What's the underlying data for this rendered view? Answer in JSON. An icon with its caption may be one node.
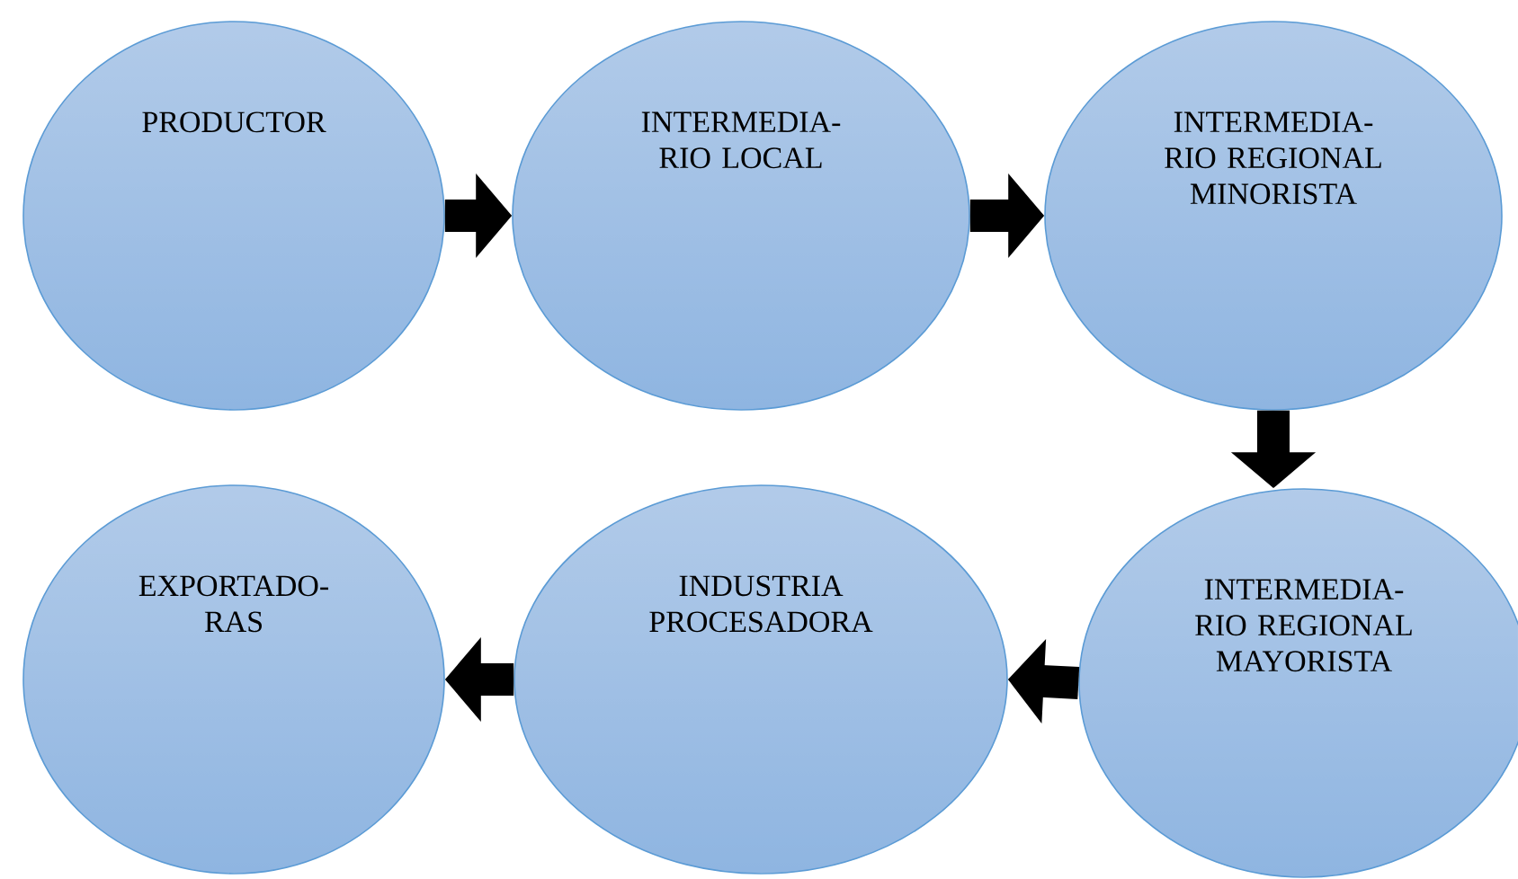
{
  "diagram": {
    "nodes": [
      {
        "text": [
          "PRODUCTOR"
        ]
      },
      {
        "text": [
          "INTERMEDIA- RIO LOCAL"
        ]
      },
      {
        "text": [
          "INTERMEDIA- RIO REGIONAL MINORISTA"
        ]
      },
      {
        "text": [
          "INTERMEDIA- RIO REGIONAL MAYORISTA"
        ]
      },
      {
        "text": [
          "INDUSTRIA PROCESADORA"
        ]
      },
      {
        "text": [
          "EXPORTADO- RAS"
        ]
      }
    ],
    "edges": [
      {
        "from": 0,
        "to": 1,
        "arrow": "to"
      },
      {
        "from": 1,
        "to": 2,
        "arrow": "to"
      },
      {
        "from": 2,
        "to": 3,
        "arrow": "to"
      },
      {
        "from": 3,
        "to": 4,
        "arrow": "to"
      },
      {
        "from": 4,
        "to": 5,
        "arrow": "to"
      }
    ]
  }
}
